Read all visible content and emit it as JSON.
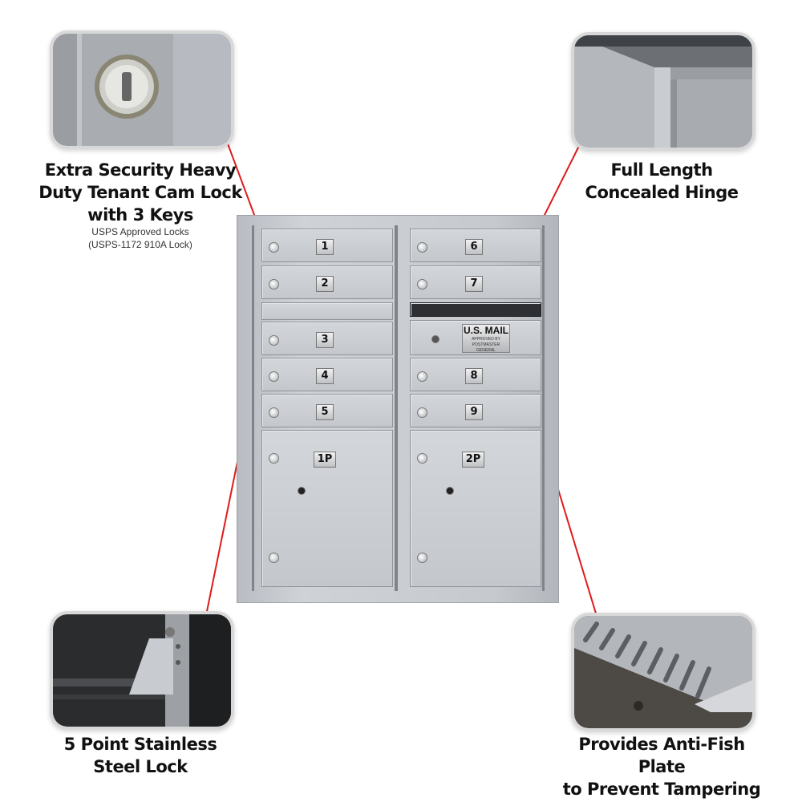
{
  "features": {
    "cam_lock": {
      "title_lines": [
        "Extra Security Heavy",
        "Duty Tenant Cam Lock",
        "with 3 Keys"
      ],
      "sub_lines": [
        "USPS Approved Locks",
        "(USPS-1172 910A Lock)"
      ]
    },
    "hinge": {
      "title_lines": [
        "Full Length",
        "Concealed Hinge"
      ]
    },
    "steel_lock": {
      "title_lines": [
        "5 Point Stainless",
        "Steel Lock"
      ]
    },
    "anti_fish": {
      "title_lines": [
        "Provides Anti-Fish Plate",
        "to Prevent Tampering"
      ]
    }
  },
  "mailbox": {
    "doors": [
      "1",
      "2",
      "3",
      "4",
      "5",
      "6",
      "7",
      "8",
      "9"
    ],
    "parcels": [
      "1P",
      "2P"
    ],
    "outgoing_label": "U.S. MAIL",
    "outgoing_small_print": [
      "APPROVED BY",
      "POSTMASTER GENERAL"
    ]
  },
  "colors": {
    "callout_line": "#e01b1b",
    "mailbox_finish": "#c8cbd0",
    "thumbnail_border": "#d8d8d8"
  }
}
